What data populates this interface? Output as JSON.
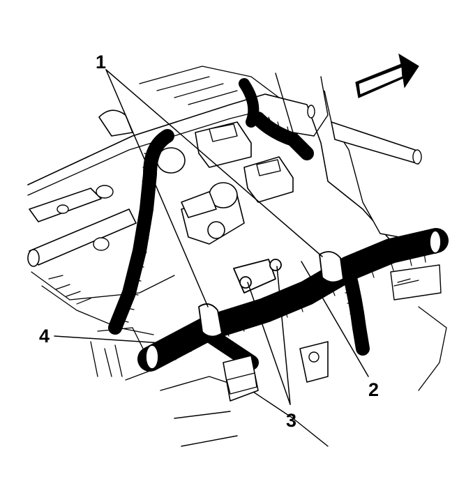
{
  "callouts": {
    "c1": "1",
    "c2": "2",
    "c3": "3",
    "c4": "4"
  },
  "icons": {
    "direction_arrow": "direction-arrow-icon"
  },
  "colors": {
    "line": "#000000",
    "background": "#ffffff"
  }
}
